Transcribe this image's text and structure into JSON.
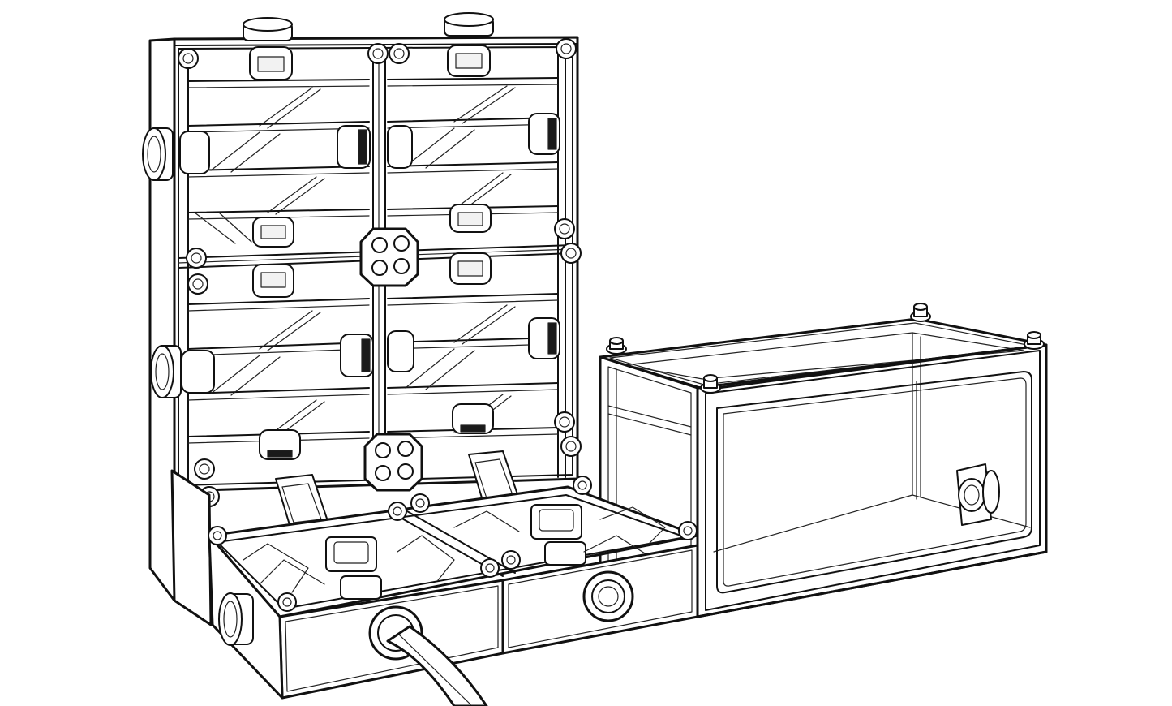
{
  "figure": {
    "colors": {
      "line": "#111111",
      "background": "#ffffff",
      "shade": "#1a1a1a"
    },
    "components": [
      {
        "id": "vertical-rack",
        "kind": "four-cell wall frame with angled shelves"
      },
      {
        "id": "base-trays",
        "kind": "two open trays with fittings"
      },
      {
        "id": "transparent-enclosure",
        "kind": "open-top box with clear panels"
      },
      {
        "id": "hose",
        "kind": "flexible tube"
      }
    ]
  }
}
